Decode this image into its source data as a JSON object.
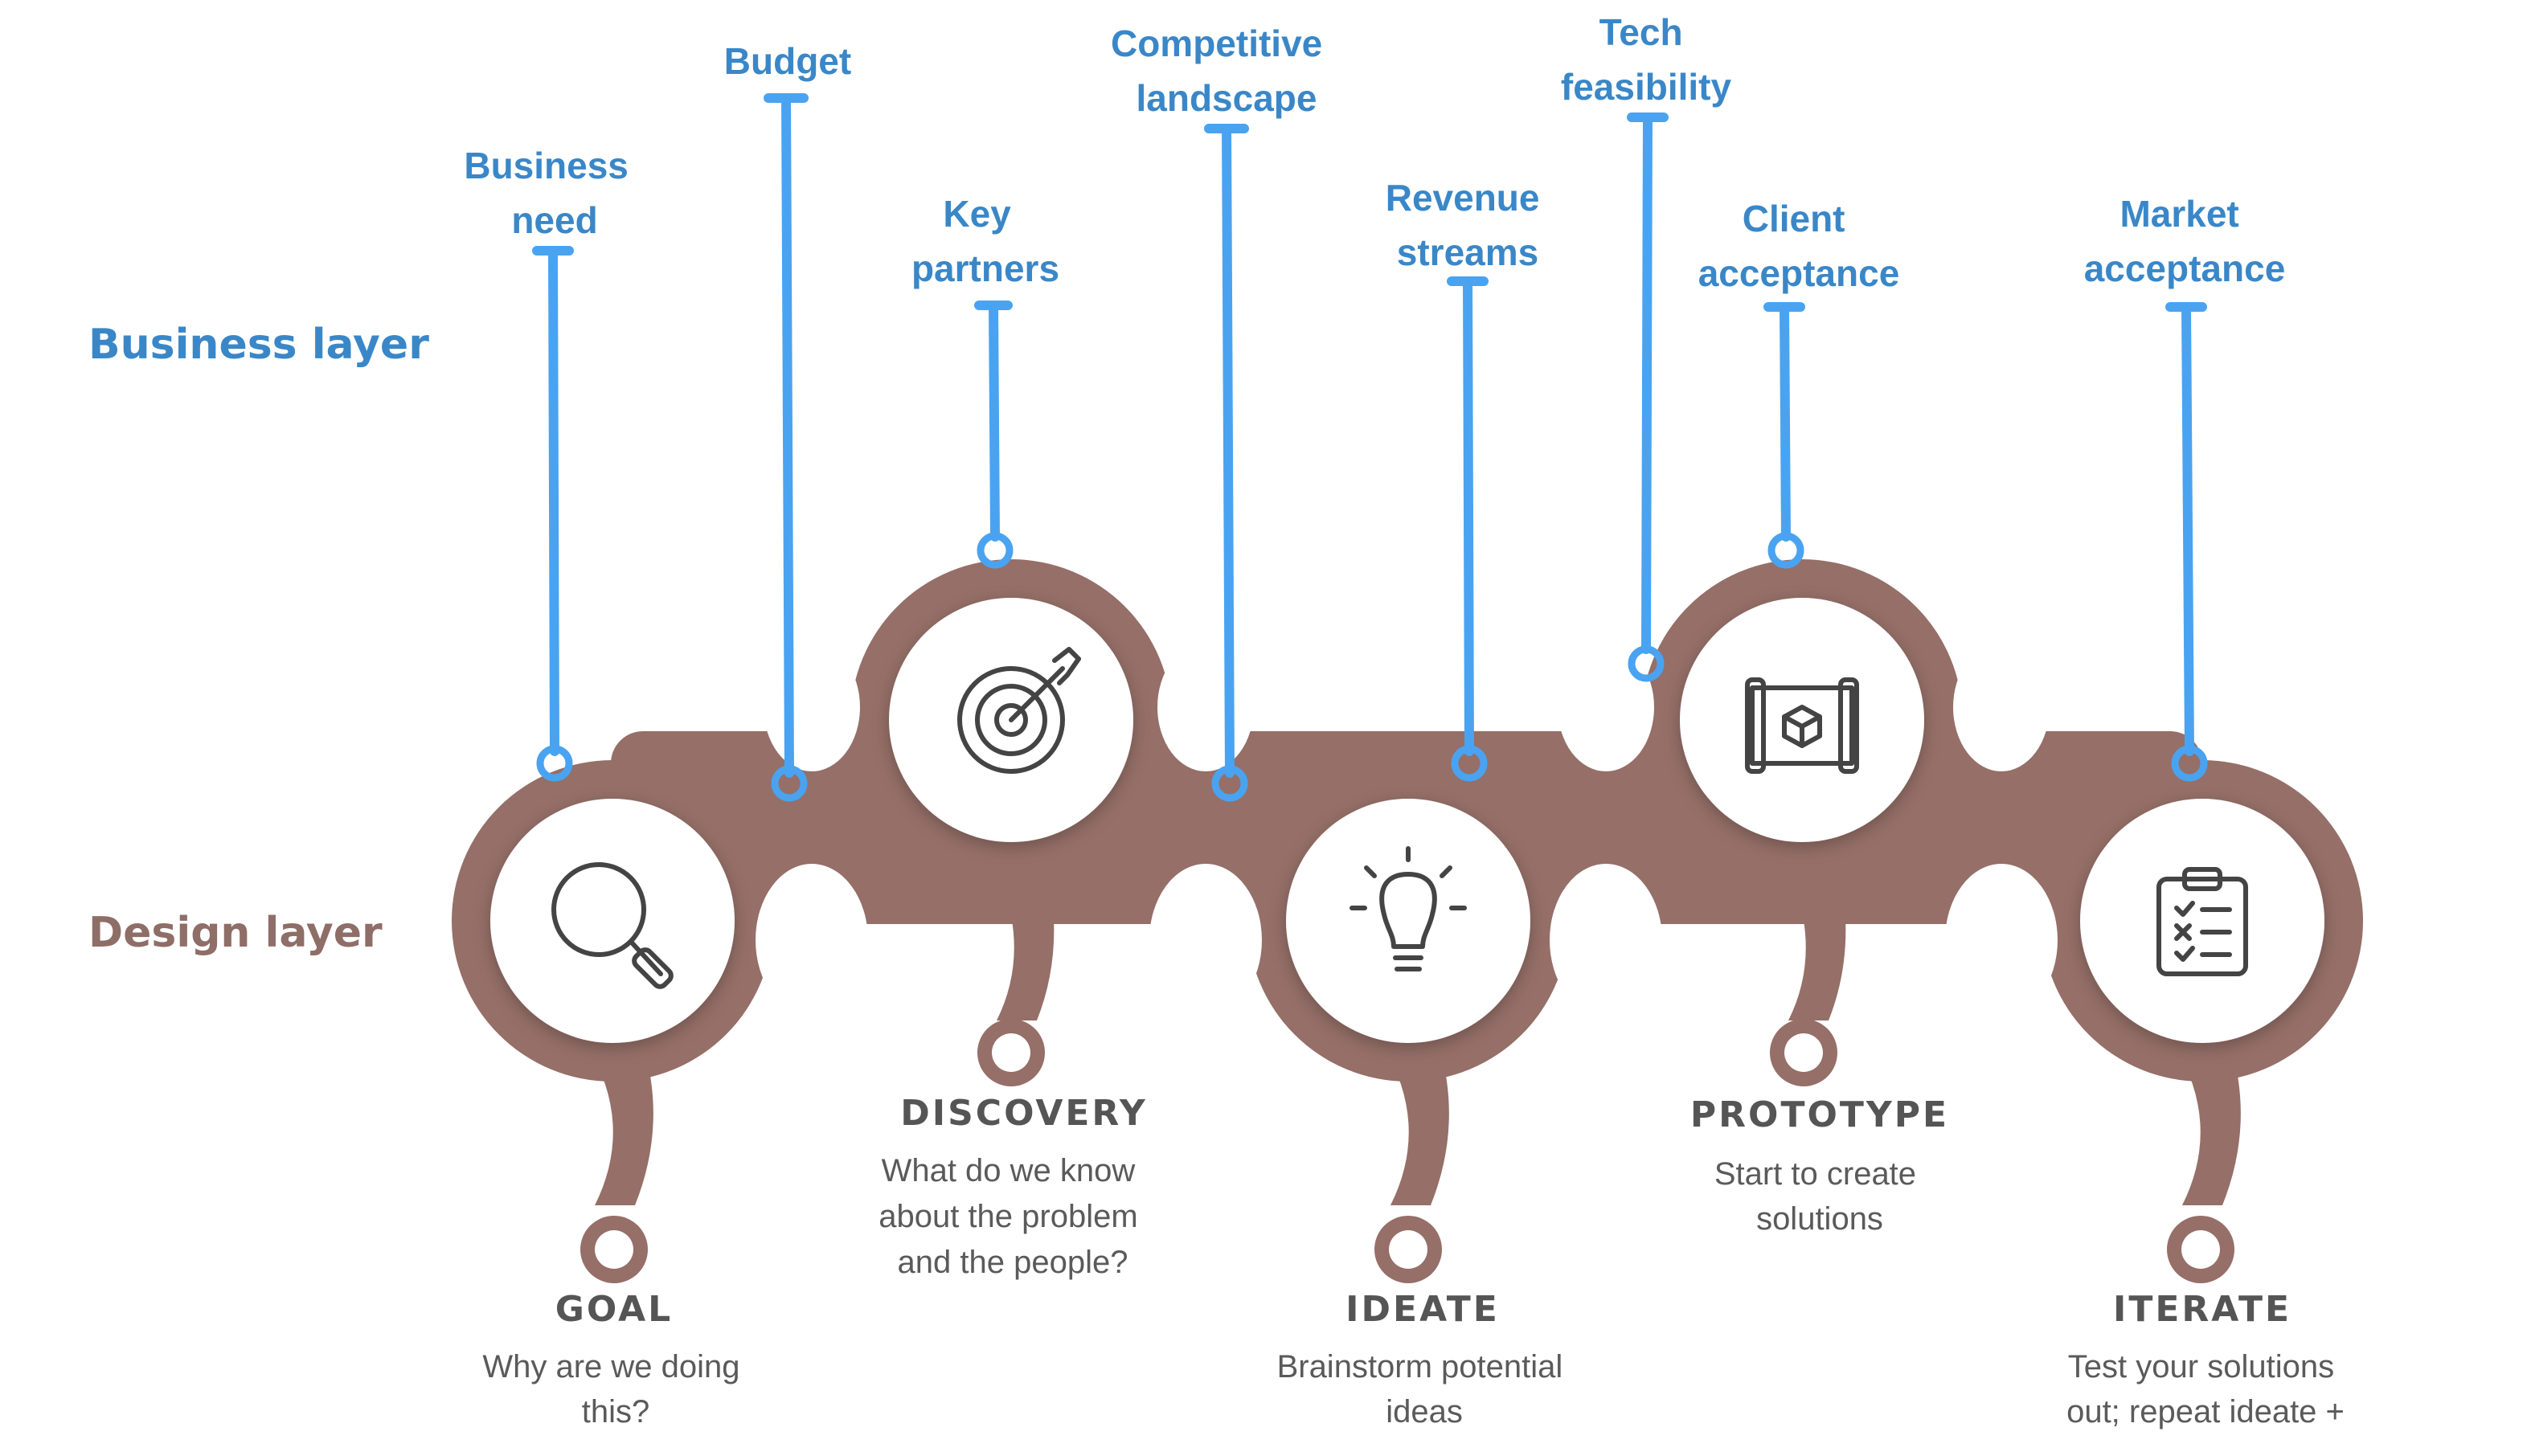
{
  "layers": {
    "business": "Business layer",
    "design": "Design layer"
  },
  "business_items": [
    {
      "lines": [
        "Business",
        "need"
      ]
    },
    {
      "lines": [
        "Budget"
      ]
    },
    {
      "lines": [
        "Key",
        "partners"
      ]
    },
    {
      "lines": [
        "Competitive",
        "landscape"
      ]
    },
    {
      "lines": [
        "Revenue",
        "streams"
      ]
    },
    {
      "lines": [
        "Tech",
        "feasibility"
      ]
    },
    {
      "lines": [
        "Client",
        "acceptance"
      ]
    },
    {
      "lines": [
        "Market",
        "acceptance"
      ]
    }
  ],
  "stages": [
    {
      "title": "GOAL",
      "desc": [
        "Why are we doing",
        "this?"
      ],
      "icon": "magnifier-icon"
    },
    {
      "title": "DISCOVERY",
      "desc": [
        "What do we know",
        "about the problem",
        "and the people?"
      ],
      "icon": "target-icon"
    },
    {
      "title": "IDEATE",
      "desc": [
        "Brainstorm potential",
        "ideas"
      ],
      "icon": "lightbulb-icon"
    },
    {
      "title": "PROTOTYPE",
      "desc": [
        "Start to create",
        "solutions"
      ],
      "icon": "blueprint-icon"
    },
    {
      "title": "ITERATE",
      "desc": [
        "Test your solutions",
        "out; repeat ideate +"
      ],
      "icon": "checklist-icon"
    }
  ],
  "colors": {
    "business_blue": "#4aa3f0",
    "business_text": "#3a87c8",
    "design_brown": "#956f68",
    "stage_text": "#555555"
  }
}
